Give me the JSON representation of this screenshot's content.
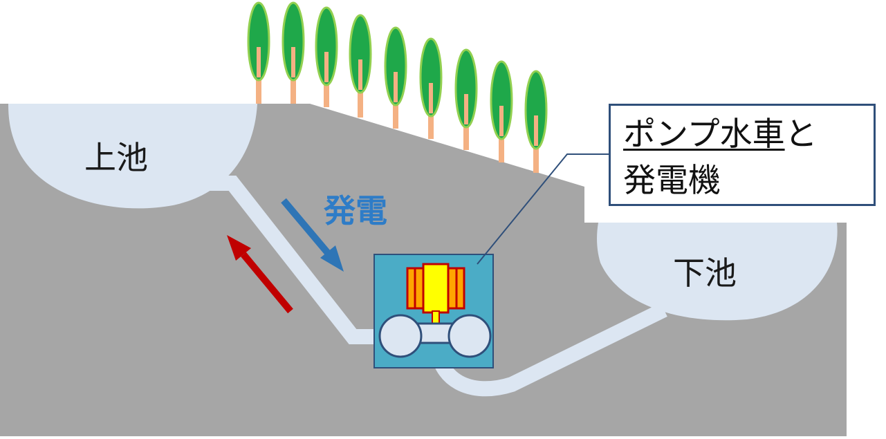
{
  "labels": {
    "upper_reservoir": "上池",
    "lower_reservoir": "下池",
    "generation": "発電"
  },
  "callout": {
    "line1_underlined": "ポンプ水車",
    "line1_rest": "と",
    "line2": "発電機"
  },
  "colors": {
    "ground": "#a6a6a6",
    "water": "#dce6f2",
    "water_edge": "#c9d6e6",
    "powerhouse": "#4bacc6",
    "generation_arrow": "#2e75b6",
    "pumping_arrow": "#c00000",
    "tree_crown": "#1fa84a",
    "tree_outline": "#92d050",
    "tree_trunk": "#f4b183",
    "generator": "#ffff00",
    "generator_ring": "#ffa500",
    "generator_outline": "#c00000",
    "callout_border": "#2f4f7a"
  },
  "icons": {
    "generation_arrow": "down-right-arrow",
    "pumping_arrow": "up-left-arrow"
  }
}
